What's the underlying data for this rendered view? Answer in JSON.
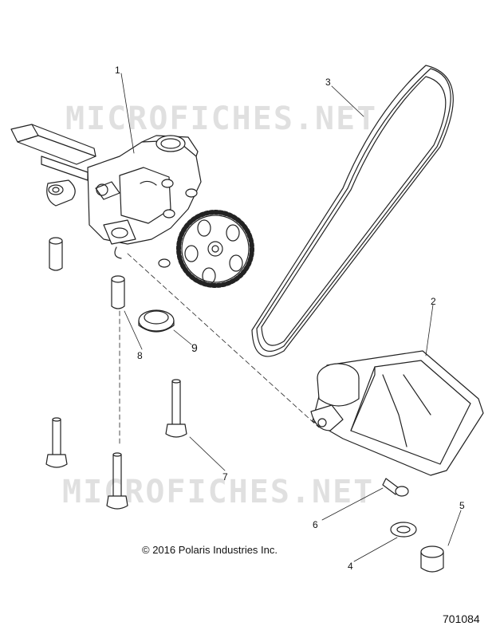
{
  "callouts": [
    "1",
    "2",
    "3",
    "4",
    "5",
    "6",
    "7",
    "8",
    "9"
  ],
  "copyright": "© 2016 Polaris Industries Inc.",
  "figure_number": "701084",
  "watermark": "MICROFICHES.NET",
  "colors": {
    "line": "#222222",
    "watermark": "#c8c8c8"
  }
}
